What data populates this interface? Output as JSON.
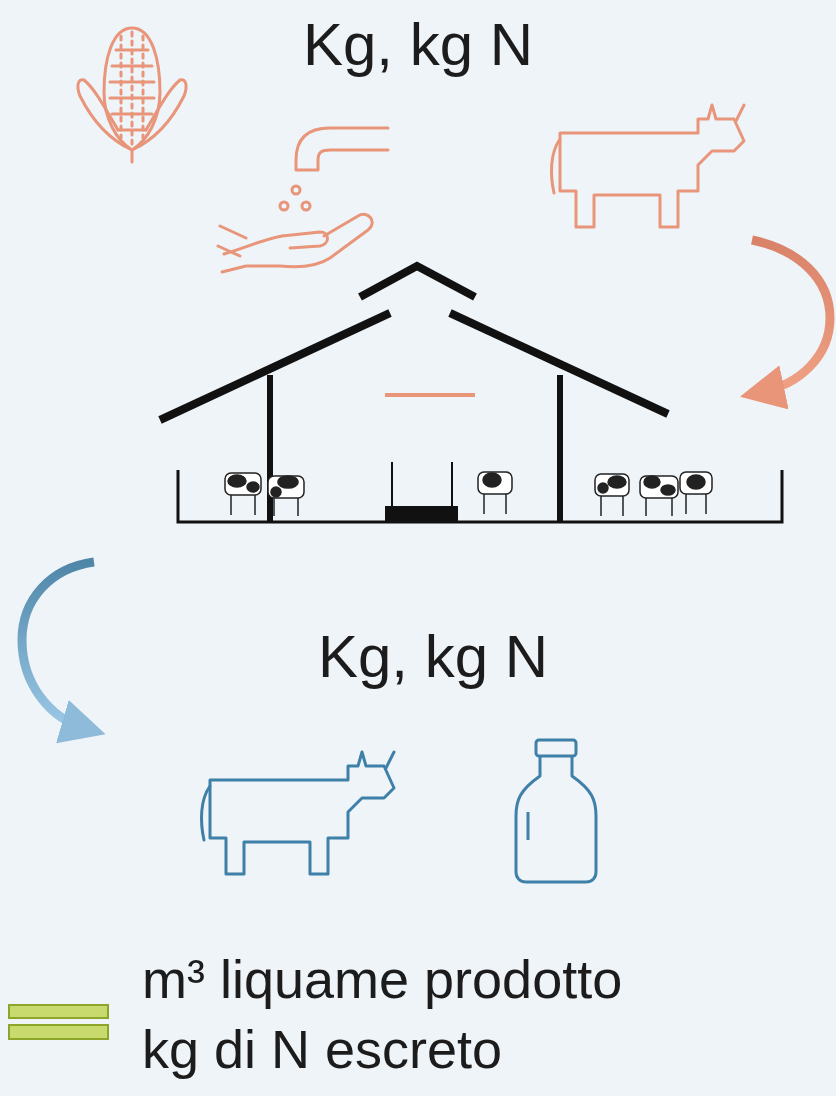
{
  "diagram": {
    "labels": [
      "Kg, kg N",
      "Kg, kg N",
      "m³ liquame prodotto",
      "kg di N escreto"
    ]
  }
}
